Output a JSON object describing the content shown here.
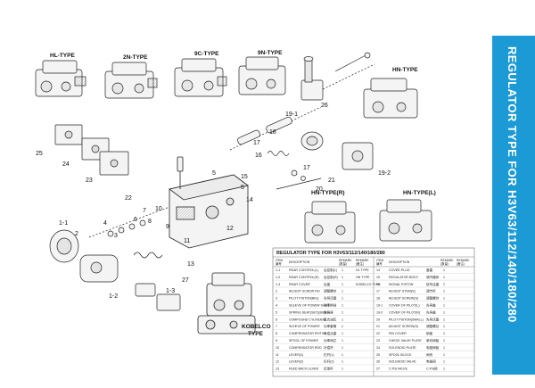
{
  "banner": {
    "title": "REGULATOR TYPE FOR H3V63/112/140/180/280",
    "color": "#1b9ad6"
  },
  "types": [
    "HL-TYPE",
    "2N-TYPE",
    "9C-TYPE",
    "9N-TYPE",
    "HN-TYPE",
    "HN-TYPE(R)",
    "HN-TYPE(L)"
  ],
  "kobelco": [
    "KOBELCO",
    "TYPE"
  ],
  "callouts": [
    "1-1",
    "1-2",
    "1-3",
    "2",
    "3",
    "4",
    "5",
    "5",
    "6",
    "7",
    "8",
    "9",
    "10",
    "11",
    "12",
    "13",
    "14",
    "15",
    "16",
    "17",
    "17",
    "18",
    "19-1",
    "19-2",
    "20",
    "21",
    "22",
    "23",
    "24",
    "25",
    "26",
    "27"
  ],
  "parts_table": {
    "title": "REGULATOR TYPE FOR H3V63/112/140/180/280",
    "headers": {
      "item": [
        "ITEM",
        "编号"
      ],
      "description": "DESCRIPTION",
      "qty": [
        "REMARK",
        "(数量)"
      ],
      "remark": [
        "REMARK",
        "(备注)"
      ]
    },
    "left_rows": [
      [
        "1-1",
        "REAR CONTROL(L)",
        "后控制(L)",
        "1",
        "HL TYPE"
      ],
      [
        "1-2",
        "REAR CONTROL(R)",
        "后控制(R)",
        "1",
        "HN TYPE"
      ],
      [
        "1-3",
        "REAR COVER",
        "后盖",
        "1",
        "KOBELCO TYPE"
      ],
      [
        "2",
        "ADJUST SCREW NO",
        "调整螺丝",
        "1",
        ""
      ],
      [
        "3",
        "PILOT PISTON(BIG)",
        "先导活塞",
        "1",
        ""
      ],
      [
        "4",
        "SLEEVE OF POWER SHIFT",
        "功率换挡",
        "1",
        ""
      ],
      [
        "5",
        "SPRING SEAT(SET)(BIG)",
        "弹簧座",
        "1",
        ""
      ],
      [
        "6",
        "COMPOUND CYLINDER",
        "复合油缸",
        "1",
        ""
      ],
      [
        "7",
        "SLEEVE OF POWER",
        "功率套筒",
        "1",
        ""
      ],
      [
        "8",
        "COMPENSATOR PISTON",
        "补偿活塞",
        "1",
        ""
      ],
      [
        "9",
        "SPOOL OF POWER",
        "功率阀芯",
        "1",
        ""
      ],
      [
        "10",
        "COMPENSATOR ROD",
        "补偿杆",
        "1",
        ""
      ],
      [
        "11",
        "LEVER(1)",
        "杠杆(1)",
        "1",
        ""
      ],
      [
        "12",
        "LEVER(2)",
        "杠杆(2)",
        "1",
        ""
      ],
      [
        "13",
        "FEED BACK LEVER",
        "反馈杆",
        "1",
        ""
      ]
    ],
    "right_rows": [
      [
        "14",
        "COVER PLUG",
        "盖塞",
        "1",
        ""
      ],
      [
        "15",
        "REGULATOR BODY",
        "调节器体",
        "1",
        ""
      ],
      [
        "16",
        "SIGNAL PISTON",
        "信号活塞",
        "1",
        ""
      ],
      [
        "17",
        "ADJUST STEM(S)",
        "调节杆",
        "1",
        ""
      ],
      [
        "18",
        "ADJUST SCREW(S)",
        "调整螺丝",
        "1",
        ""
      ],
      [
        "19-1",
        "COVER OF PILOT(L)",
        "先导盖",
        "1",
        ""
      ],
      [
        "19-2",
        "COVER OF PILOT(R)",
        "先导盖",
        "1",
        ""
      ],
      [
        "20",
        "PILOT PISTON(SMALL)",
        "先导活塞",
        "1",
        ""
      ],
      [
        "21",
        "ADJUST SCREW(S)",
        "调整螺丝",
        "1",
        ""
      ],
      [
        "22",
        "PIN COVER",
        "销盖",
        "1",
        ""
      ],
      [
        "23",
        "CHECK VALVE PLATE",
        "单向阀板",
        "1",
        ""
      ],
      [
        "24",
        "SOLENOID PLATE",
        "电磁阀板",
        "1",
        ""
      ],
      [
        "25",
        "SPOOL BLOCK",
        "阀块",
        "1",
        ""
      ],
      [
        "26",
        "SOLENOID VALVE",
        "电磁阀",
        "1",
        ""
      ],
      [
        "27",
        "C.P.B VALVE",
        "C.P.B阀",
        "1",
        ""
      ]
    ]
  }
}
